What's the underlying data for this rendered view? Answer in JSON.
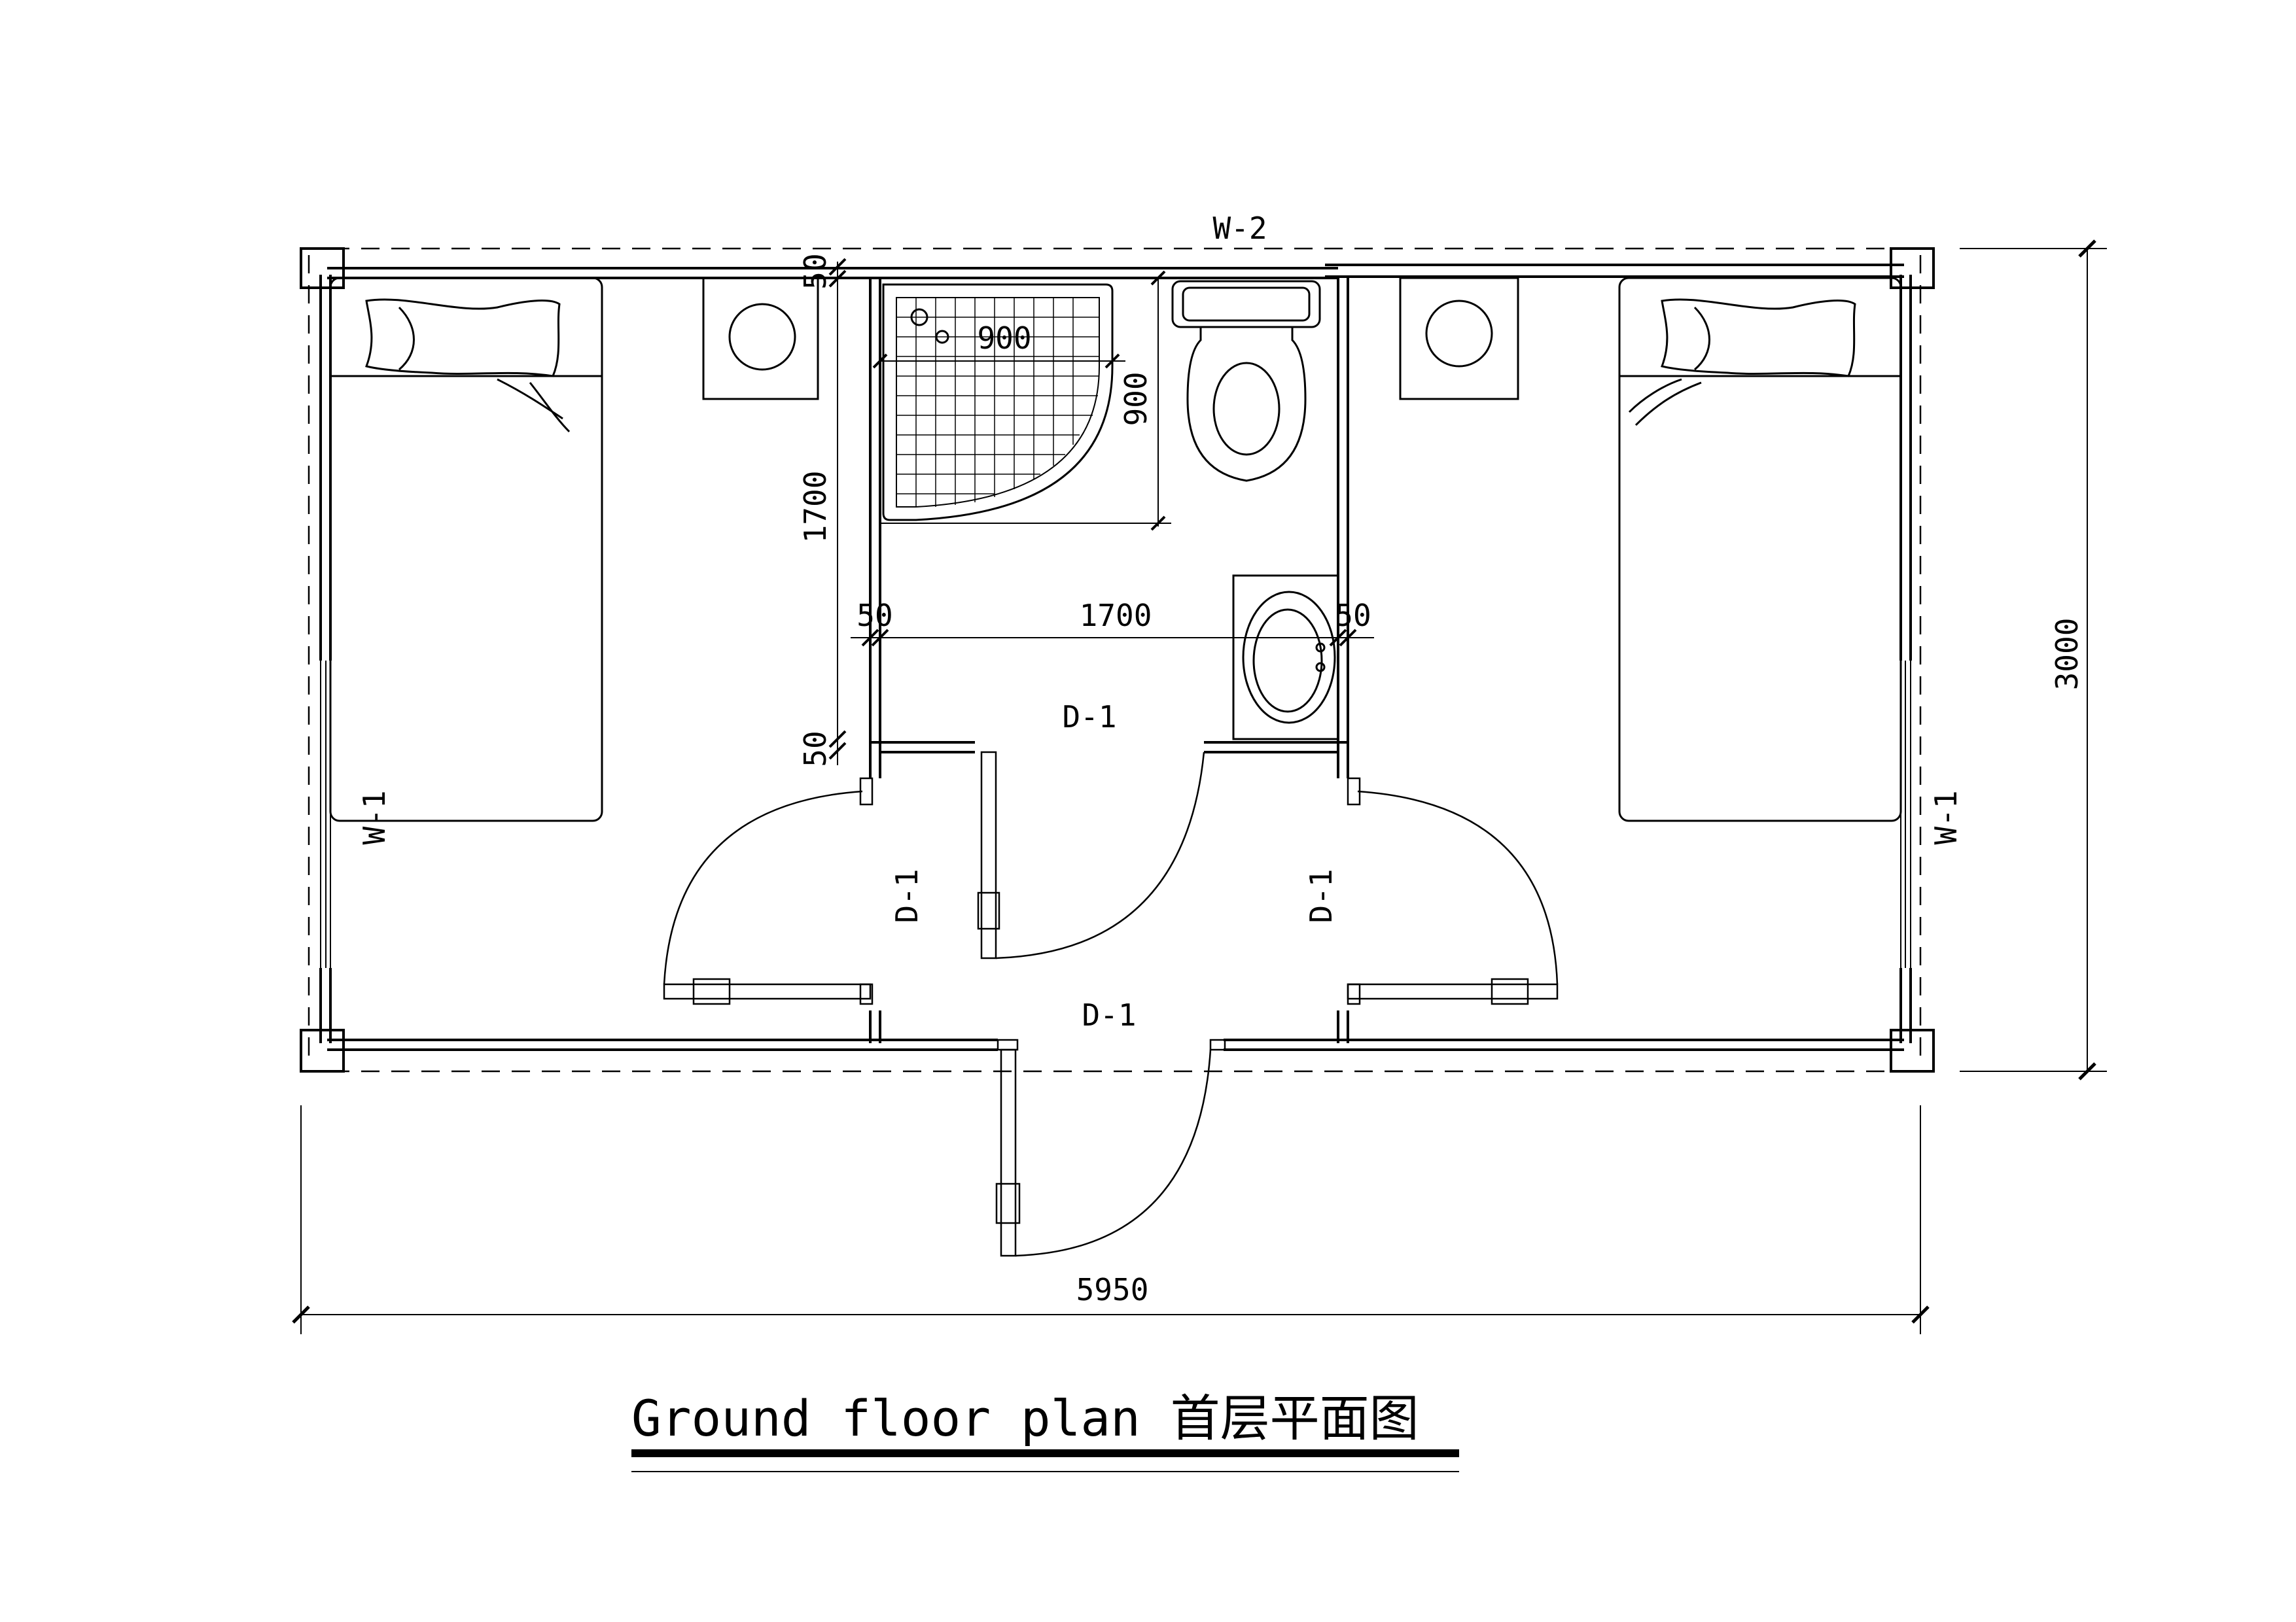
{
  "title": "Ground floor plan 首层平面图",
  "labels": {
    "window_top": "W-2",
    "window_left": "W-1",
    "window_right": "W-1",
    "door_bath": "D-1",
    "door_left_room": "D-1",
    "door_right_room": "D-1",
    "door_entrance": "D-1"
  },
  "dimensions": {
    "overall_width": "5950",
    "overall_depth": "3000",
    "shower_width": "900",
    "shower_depth": "900",
    "bath_depth": "1700",
    "corridor_width": "1700",
    "wall_top": "50",
    "wall_bottom": "50",
    "wall_left": "50",
    "wall_right": "50"
  }
}
